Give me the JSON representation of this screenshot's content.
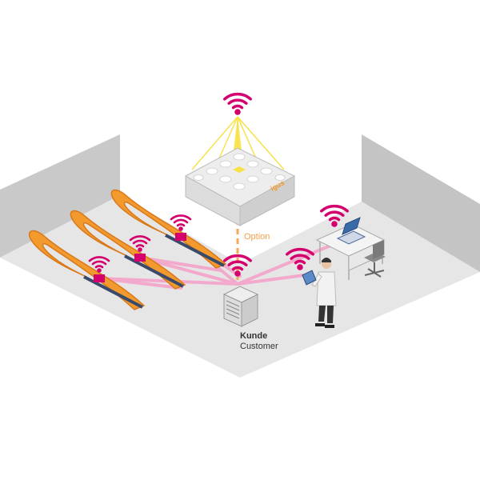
{
  "labels": {
    "option": "Option",
    "kunde": "Kunde",
    "customer": "Customer",
    "logo": "igus"
  },
  "colors": {
    "wifi": "#d4006e",
    "signal_line": "#f0a8cc",
    "chain_orange": "#f39a2e",
    "chain_orange_dark": "#d9781a",
    "option_line": "#f5b06a",
    "beam_yellow": "#f7e24a",
    "floor": "#e6e6e6",
    "wall": "#c8c8c8",
    "text": "#333333",
    "option_text": "#f5a04a"
  },
  "icons": [
    "wifi-signal-icon",
    "server-icon",
    "laptop-icon",
    "tablet-icon",
    "office-chair-icon",
    "desk-icon",
    "person-icon",
    "energy-chain-icon",
    "data-center-icon"
  ]
}
